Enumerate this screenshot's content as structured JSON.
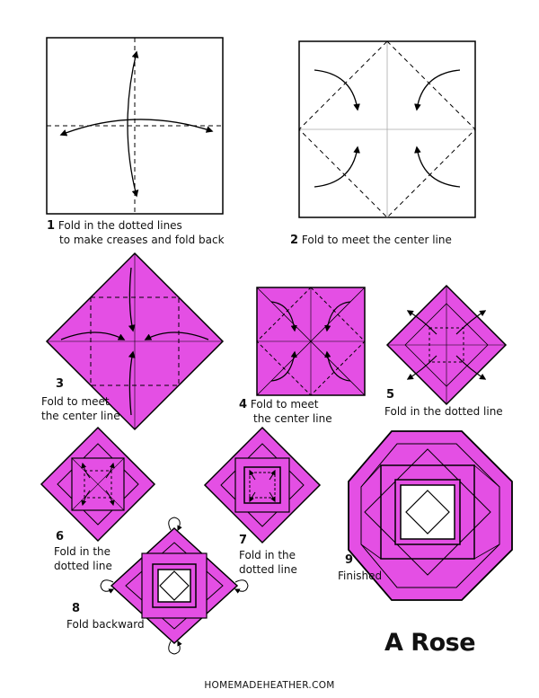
{
  "steps": [
    {
      "number": "1",
      "text": "Fold in the dotted lines",
      "text2": "to make creases and fold back"
    },
    {
      "number": "2",
      "text": "Fold to meet the center line"
    },
    {
      "number": "3",
      "text": "Fold to meet",
      "text2": "the center line"
    },
    {
      "number": "4",
      "text": "Fold to meet",
      "text2": "the center line"
    },
    {
      "number": "5",
      "text": "Fold in the dotted line"
    },
    {
      "number": "6",
      "text": "Fold in the",
      "text2": "dotted line"
    },
    {
      "number": "7",
      "text": "Fold in the",
      "text2": "dotted line"
    },
    {
      "number": "8",
      "text": "Fold backward"
    },
    {
      "number": "9",
      "text": "Finished"
    }
  ],
  "title": "A Rose",
  "footer": "HOMEMADEHEATHER.COM",
  "colors": {
    "paper": "#e44fe4",
    "paper_dark": "#b12bb5",
    "line": "#000000"
  }
}
